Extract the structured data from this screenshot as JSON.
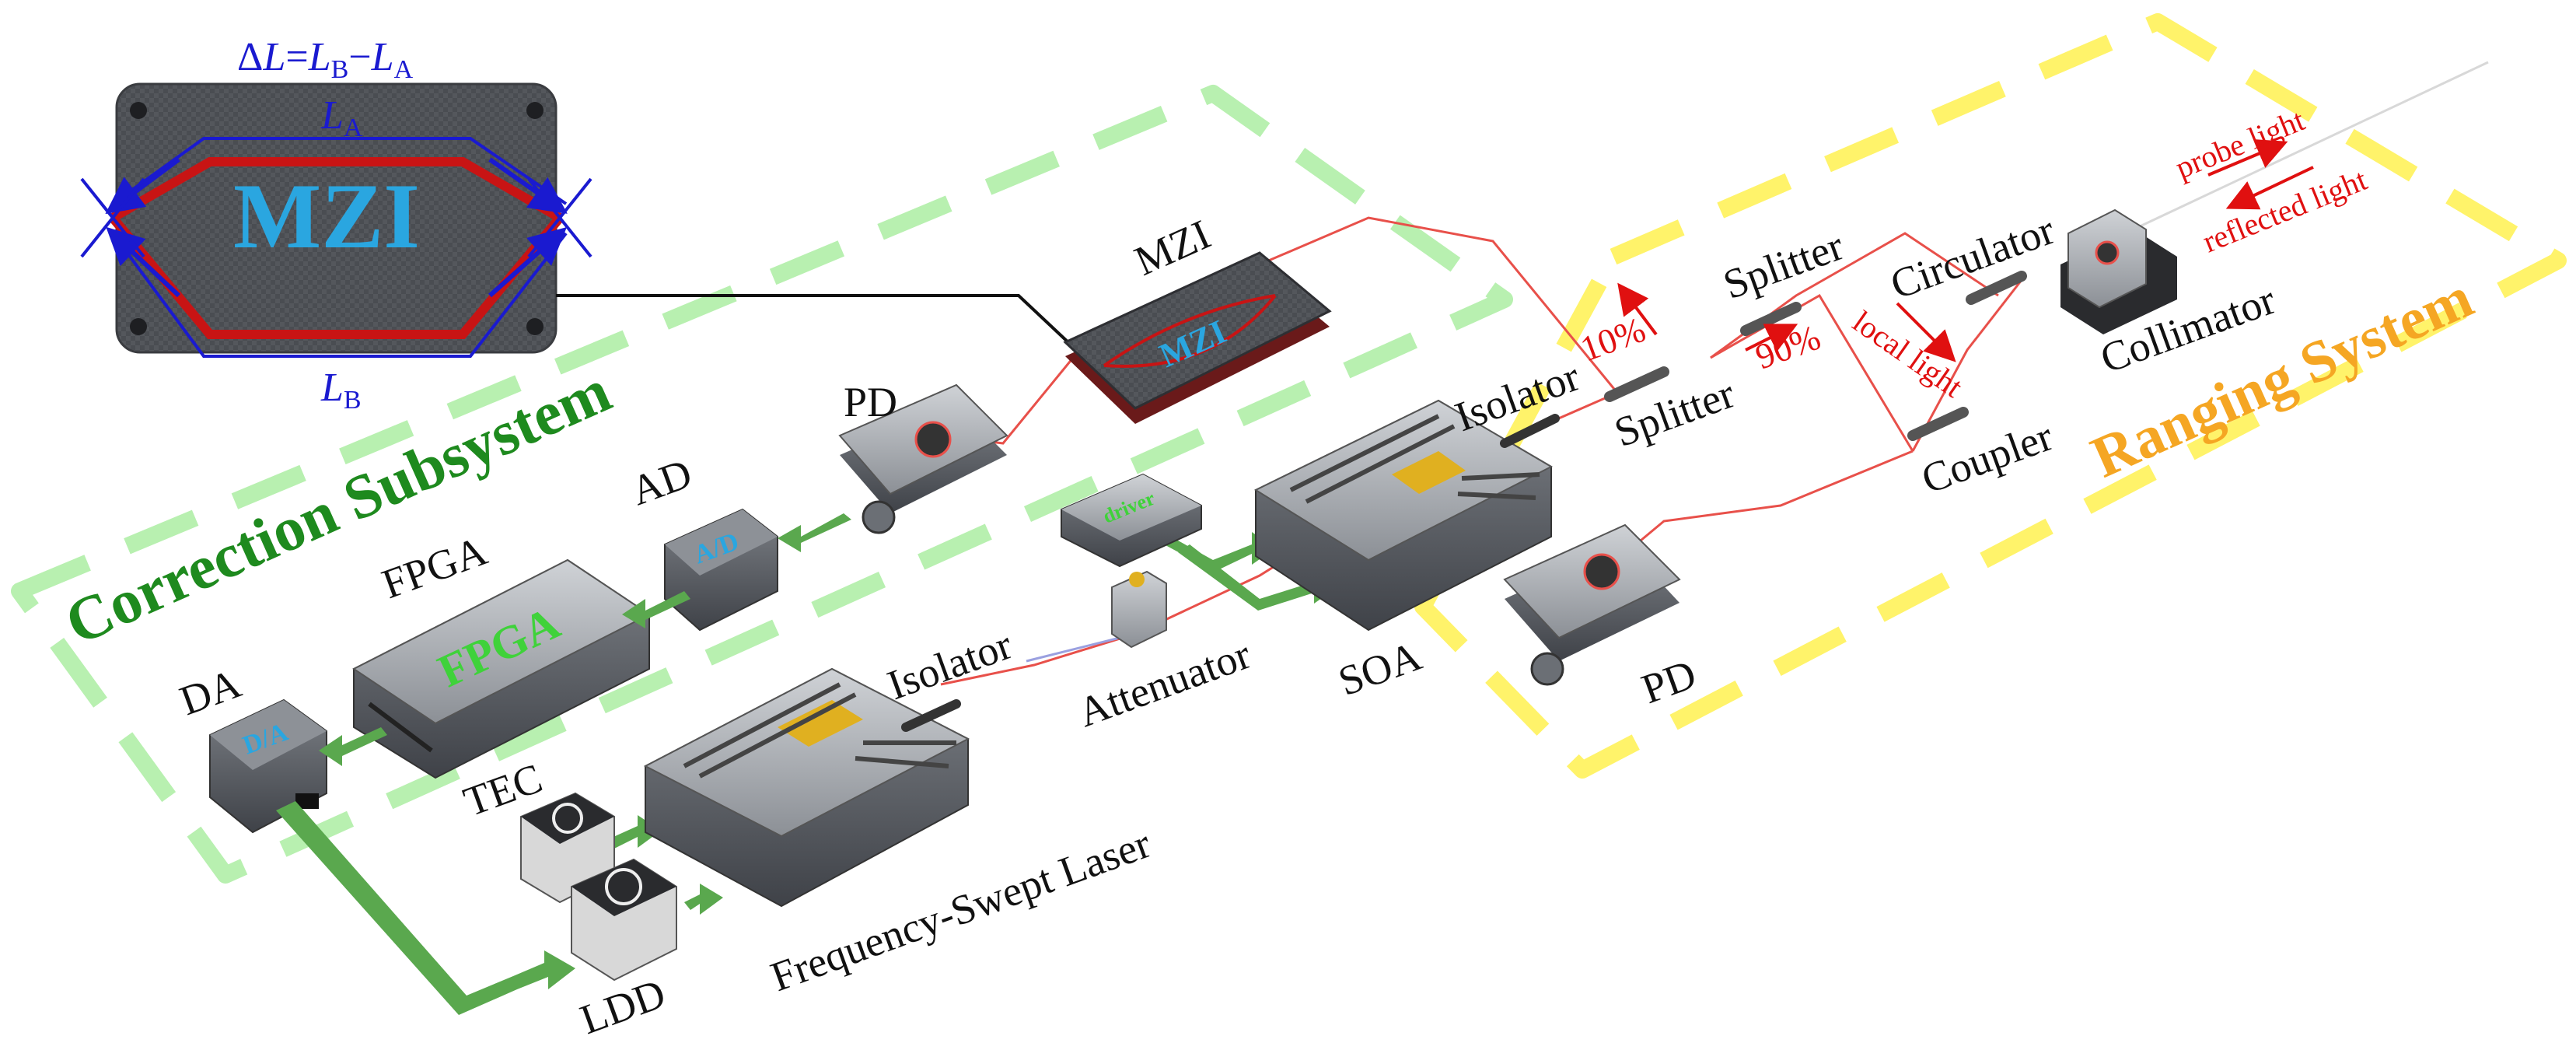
{
  "mzi_inset": {
    "title": "MZI",
    "delta_label": "ΔL=LB−LA",
    "delta_parts": {
      "prefix": "Δ",
      "L": "L",
      "eq": "=",
      "LB": "L",
      "sub_B": "B",
      "minus": "−",
      "LA": "L",
      "sub_A": "A"
    },
    "path_a_label": "L",
    "path_a_sub": "A",
    "path_b_label": "L",
    "path_b_sub": "B"
  },
  "subsystems": {
    "correction": "Correction Subsystem",
    "ranging": "Ranging System"
  },
  "components": {
    "mzi": "MZI",
    "pd_top": "PD",
    "ad": "AD",
    "ad_face": "A/D",
    "fpga": "FPGA",
    "fpga_face": "FPGA",
    "da": "DA",
    "da_face": "D/A",
    "tec": "TEC",
    "ldd": "LDD",
    "laser": "Frequency-Swept Laser",
    "isolator_laser": "Isolator",
    "attenuator": "Attenuator",
    "driver_face": "driver",
    "soa": "SOA",
    "isolator_soa": "Isolator",
    "splitter_left": "Splitter",
    "splitter_right": "Splitter",
    "circulator": "Circulator",
    "collimator": "Collimator",
    "coupler": "Coupler",
    "pd_bottom": "PD"
  },
  "annotations": {
    "ratio_10": "10%",
    "ratio_90": "90%",
    "local_light": "local light",
    "probe_light": "probe light",
    "reflected_light": "reflected light"
  },
  "colors": {
    "correction_border": "#b8f0b0",
    "correction_text": "#1e8a1e",
    "ranging_border": "#fff36a",
    "ranging_text": "#f5a623",
    "fiber": "#e8504a",
    "signal_arrow": "#5aa84e",
    "mzi_label": "#2aa6e0",
    "fpga_label": "#3fd23a",
    "annotation_red": "#e01010",
    "inset_blue": "#1a1ad0",
    "inset_path": "#c81414"
  }
}
